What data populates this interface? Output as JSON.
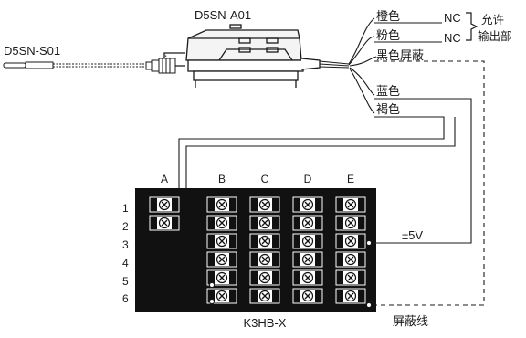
{
  "title": "D5SN-A01",
  "sensor_label": "D5SN-S01",
  "terminal_block_label": "K3HB-X",
  "wires": {
    "orange": "橙色",
    "pink": "粉色",
    "black_shield": "黑色屏蔽",
    "blue": "蓝色",
    "brown": "褐色"
  },
  "nc_label": "NC",
  "allowed_output": "允许",
  "output_section": "输出部",
  "voltage_label": "±5V",
  "shield_wire_label": "屏蔽线",
  "columns": [
    "A",
    "B",
    "C",
    "D",
    "E"
  ],
  "rows": [
    "1",
    "2",
    "3",
    "4",
    "5",
    "6"
  ],
  "colors": {
    "line": "#1a1a1a",
    "block": "#111111",
    "screw": "#ffffff"
  },
  "icons": [
    "screw-terminal-icon",
    "sensor-probe-icon",
    "amplifier-icon"
  ]
}
